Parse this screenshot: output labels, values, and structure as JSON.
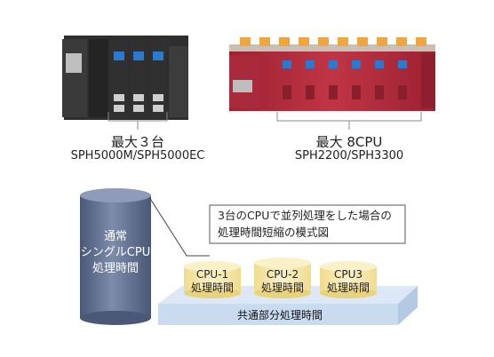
{
  "products": [
    {
      "name": "最大３台",
      "models": "SPH5000M/SPH5000EC"
    },
    {
      "name": "最大 8CPU",
      "models": "SPH2200/SPH3300"
    }
  ],
  "diagram": {
    "cylinder_label": [
      "通常",
      "シングルCPU",
      "処理時間"
    ],
    "note_lines": [
      "3台のCPUで並列処理をした場合の",
      "処理時間短縮の模式図"
    ],
    "cpus": [
      {
        "name": "CPU-1",
        "label": "処理時間"
      },
      {
        "name": "CPU-2",
        "label": "処理時間"
      },
      {
        "name": "CPU3",
        "label": "処理時間"
      }
    ],
    "platform_label": "共通部分処理時間"
  },
  "colors": {
    "plc_dark": "#2b2b2b",
    "plc_red": "#b02a3a",
    "plc_orange": "#f0a640",
    "cylinder": "#5f6f8f",
    "platform": "#c9dcef",
    "disc": "#f5e6a8"
  }
}
